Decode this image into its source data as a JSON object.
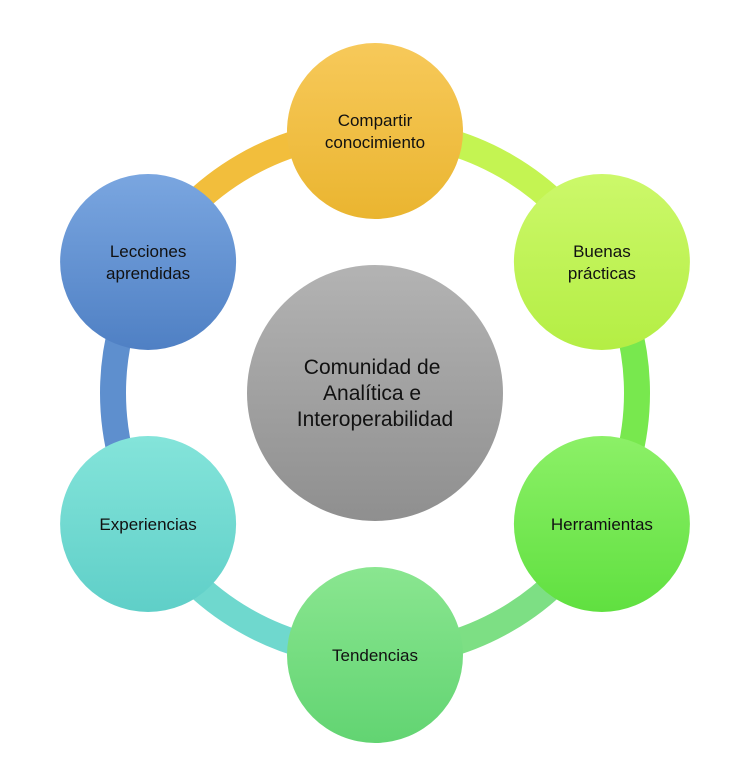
{
  "center": {
    "lines": [
      "Comunidad de",
      "Analítica e",
      "Interoperabilidad"
    ],
    "color_light": "#b3b3b3",
    "color_dark": "#8f8f8f"
  },
  "nodes": [
    {
      "id": "compartir",
      "lines": [
        "Compartir",
        "conocimiento"
      ],
      "color_light": "#f7c95a",
      "color_dark": "#eab530",
      "arc": "#f2be3c"
    },
    {
      "id": "buenas",
      "lines": [
        "Buenas",
        "prácticas"
      ],
      "color_light": "#ccf86a",
      "color_dark": "#b4ee44",
      "arc": "#c4f452"
    },
    {
      "id": "herramientas",
      "lines": [
        "Herramientas"
      ],
      "color_light": "#8cf067",
      "color_dark": "#60e040",
      "arc": "#78e84e"
    },
    {
      "id": "tendencias",
      "lines": [
        "Tendencias"
      ],
      "color_light": "#8ae690",
      "color_dark": "#62d472",
      "arc": "#7ddf84"
    },
    {
      "id": "experiencias",
      "lines": [
        "Experiencias"
      ],
      "color_light": "#84e4da",
      "color_dark": "#5fcfc8",
      "arc": "#6fd8ce"
    },
    {
      "id": "lecciones",
      "lines": [
        "Lecciones",
        "aprendidas"
      ],
      "color_light": "#7aa6e0",
      "color_dark": "#4f80c4",
      "arc": "#5e8fce"
    }
  ]
}
